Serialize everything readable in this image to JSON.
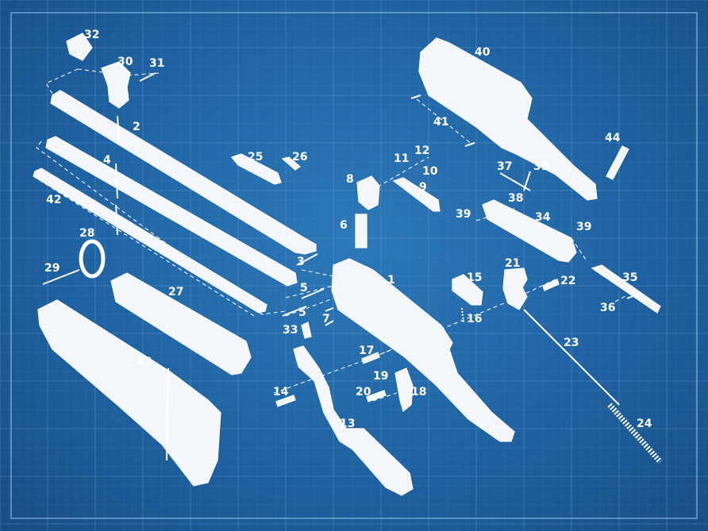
{
  "parts": [
    {
      "id": "1",
      "label": "1"
    },
    {
      "id": "2",
      "label": "2"
    },
    {
      "id": "3",
      "label": "3"
    },
    {
      "id": "4",
      "label": "4"
    },
    {
      "id": "5a",
      "label": "5"
    },
    {
      "id": "5b",
      "label": "5"
    },
    {
      "id": "6",
      "label": "6"
    },
    {
      "id": "7",
      "label": "7"
    },
    {
      "id": "8",
      "label": "8"
    },
    {
      "id": "9",
      "label": "9"
    },
    {
      "id": "10",
      "label": "10"
    },
    {
      "id": "11",
      "label": "11"
    },
    {
      "id": "12",
      "label": "12"
    },
    {
      "id": "13",
      "label": "13"
    },
    {
      "id": "14",
      "label": "14"
    },
    {
      "id": "15",
      "label": "15"
    },
    {
      "id": "16",
      "label": "16"
    },
    {
      "id": "17",
      "label": "17"
    },
    {
      "id": "18",
      "label": "18"
    },
    {
      "id": "19",
      "label": "19"
    },
    {
      "id": "20",
      "label": "20"
    },
    {
      "id": "21",
      "label": "21"
    },
    {
      "id": "22",
      "label": "22"
    },
    {
      "id": "23",
      "label": "23"
    },
    {
      "id": "24",
      "label": "24"
    },
    {
      "id": "25",
      "label": "25"
    },
    {
      "id": "26",
      "label": "26"
    },
    {
      "id": "27",
      "label": "27"
    },
    {
      "id": "28",
      "label": "28"
    },
    {
      "id": "29",
      "label": "29"
    },
    {
      "id": "30",
      "label": "30"
    },
    {
      "id": "31",
      "label": "31"
    },
    {
      "id": "32",
      "label": "32"
    },
    {
      "id": "33",
      "label": "33"
    },
    {
      "id": "34",
      "label": "34"
    },
    {
      "id": "35",
      "label": "35"
    },
    {
      "id": "36",
      "label": "36"
    },
    {
      "id": "37",
      "label": "37"
    },
    {
      "id": "38",
      "label": "38"
    },
    {
      "id": "39a",
      "label": "39"
    },
    {
      "id": "39b",
      "label": "39"
    },
    {
      "id": "39c",
      "label": "39"
    },
    {
      "id": "40",
      "label": "40"
    },
    {
      "id": "41",
      "label": "41"
    },
    {
      "id": "42",
      "label": "42"
    },
    {
      "id": "43",
      "label": "43"
    },
    {
      "id": "44",
      "label": "44"
    }
  ],
  "colors": {
    "background": "#1f62a2",
    "grid_line": "#6fa6d8",
    "ink": "#ffffff"
  }
}
